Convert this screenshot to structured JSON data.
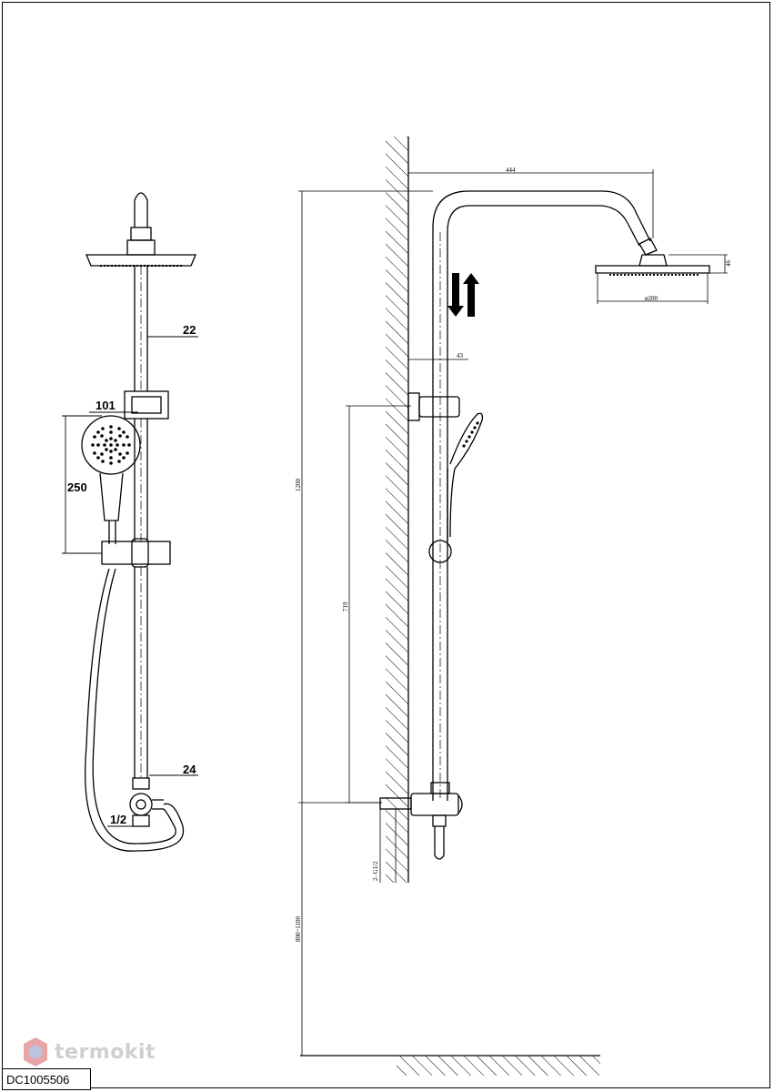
{
  "dimensions": {
    "front_tube_diameter": "22",
    "handshower_head_width": "101",
    "handshower_length": "250",
    "diverter_nut_size": "24",
    "inlet_thread": "1/2",
    "arm_reach": "444",
    "head_thickness": "46",
    "head_diameter": "ø200",
    "wall_offset": "43",
    "total_height": "1200",
    "slide_travel": "719",
    "inlet_height": "800~1100",
    "connection_thread": "2- G1/2"
  },
  "brand": {
    "name": "termokit",
    "logo_color": "#e8a5a5"
  },
  "product_code": "DC1005506",
  "colors": {
    "line": "#000000",
    "watermark": "#cfcfcf"
  }
}
